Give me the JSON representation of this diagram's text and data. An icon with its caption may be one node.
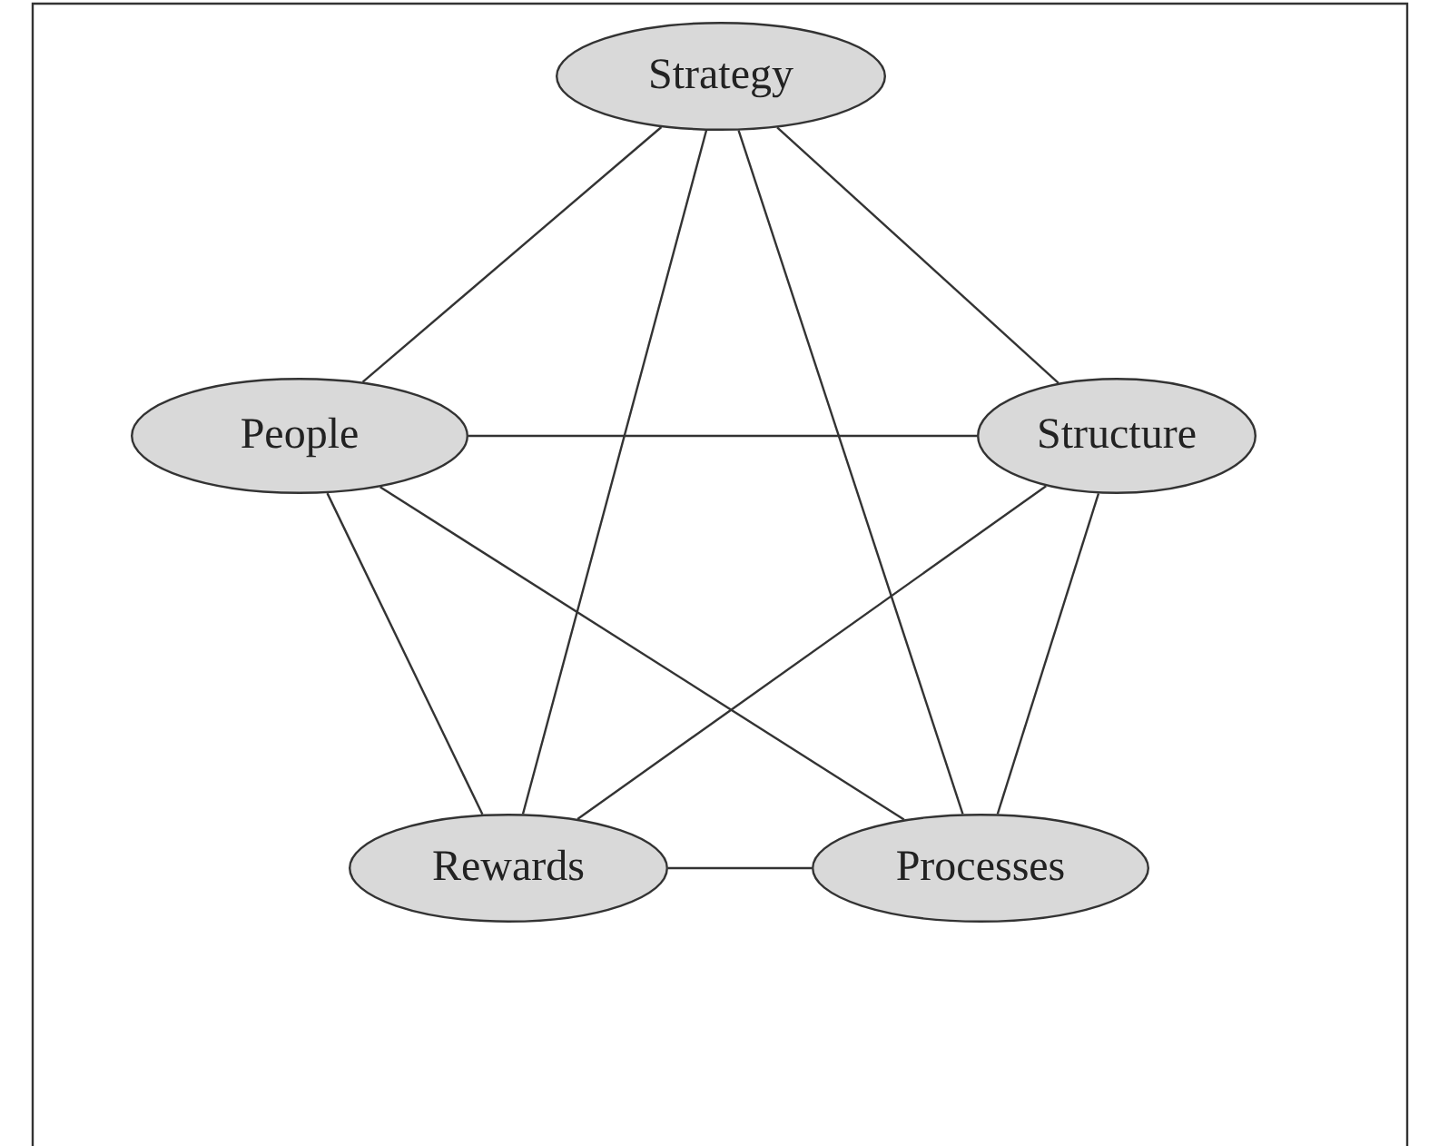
{
  "diagram": {
    "nodes": [
      {
        "text": [
          "Strategy"
        ]
      },
      {
        "text": [
          "People"
        ]
      },
      {
        "text": [
          "Structure"
        ]
      },
      {
        "text": [
          "Rewards"
        ]
      },
      {
        "text": [
          "Processes"
        ]
      }
    ],
    "edges": [
      {
        "from": 0,
        "to": 1,
        "arrow": "none"
      },
      {
        "from": 0,
        "to": 2,
        "arrow": "none"
      },
      {
        "from": 0,
        "to": 3,
        "arrow": "none"
      },
      {
        "from": 0,
        "to": 4,
        "arrow": "none"
      },
      {
        "from": 1,
        "to": 2,
        "arrow": "none"
      },
      {
        "from": 1,
        "to": 3,
        "arrow": "none"
      },
      {
        "from": 1,
        "to": 4,
        "arrow": "none"
      },
      {
        "from": 2,
        "to": 3,
        "arrow": "none"
      },
      {
        "from": 2,
        "to": 4,
        "arrow": "none"
      },
      {
        "from": 3,
        "to": 4,
        "arrow": "none"
      }
    ]
  }
}
